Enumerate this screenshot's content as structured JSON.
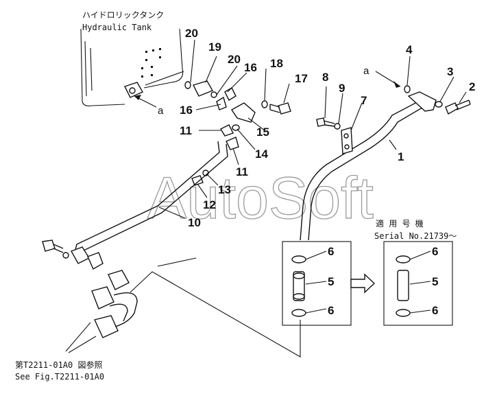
{
  "tank_label": {
    "japanese": "ハイドロリックタンク",
    "english": "Hydraulic Tank"
  },
  "watermark": "AutoSoft",
  "callouts": {
    "c1": "1",
    "c2": "2",
    "c3": "3",
    "c4": "4",
    "c5a": "5",
    "c5b": "5",
    "c6a": "6",
    "c6b": "6",
    "c6c": "6",
    "c6d": "6",
    "c7": "7",
    "c8": "8",
    "c9": "9",
    "c10": "10",
    "c11a": "11",
    "c11b": "11",
    "c12": "12",
    "c13": "13",
    "c14": "14",
    "c15": "15",
    "c16a": "16",
    "c16b": "16",
    "c17": "17",
    "c18": "18",
    "c19": "19",
    "c20a": "20",
    "c20b": "20",
    "ref_a1": "a",
    "ref_a2": "a"
  },
  "serial_note": {
    "japanese": "適 用 号 機",
    "english": "Serial No.21739～"
  },
  "figure_ref": {
    "japanese": "第T2211-01A0 図参照",
    "english": "See Fig.T2211-01A0"
  }
}
